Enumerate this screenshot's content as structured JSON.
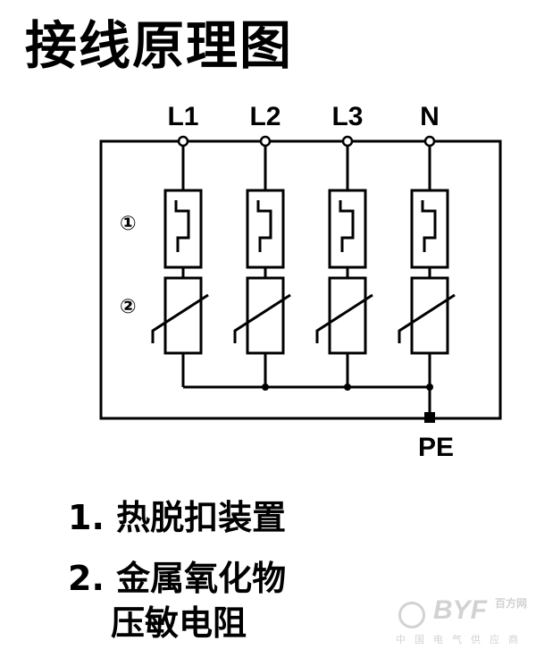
{
  "title": "接线原理图",
  "terminals": [
    "L1",
    "L2",
    "L3",
    "N"
  ],
  "pe_label": "PE",
  "markers": [
    "①",
    "②"
  ],
  "legend": {
    "item1": "1. 热脱扣装置",
    "item2_line1": "2. 金属氧化物",
    "item2_line2": "压敏电阻"
  },
  "watermark": {
    "logo": "BYF",
    "logo_cn": "百方网",
    "sub": "中国电气供应商"
  }
}
